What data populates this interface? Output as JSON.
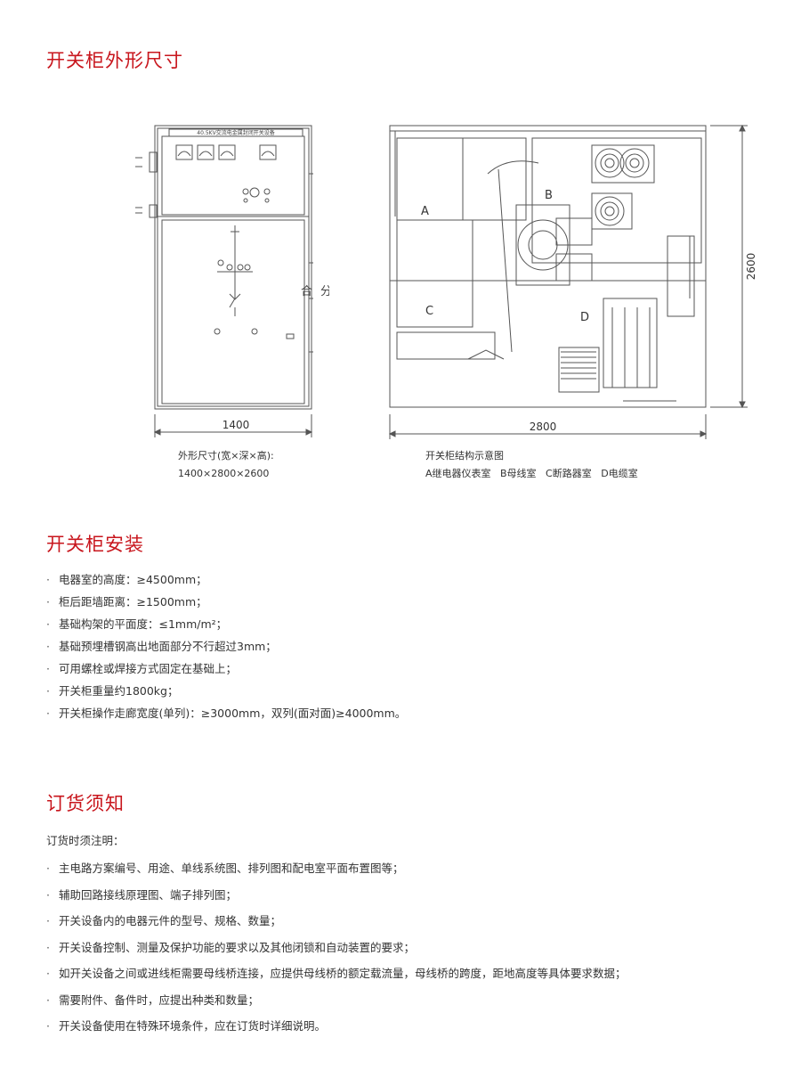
{
  "section1": {
    "title": "开关柜外形尺寸",
    "front_view": {
      "nameplate": "40.5KV交流电金属封闭开关设备",
      "width_label": "1400",
      "hezha": "合",
      "fenzha": "分",
      "caption_line1": "外形尺寸(宽×深×高):",
      "caption_line2": "1400×2800×2600"
    },
    "side_view": {
      "depth_label": "2800",
      "height_label": "2600",
      "labels": [
        "A",
        "B",
        "C",
        "D"
      ],
      "caption_line1": "开关柜结构示意图",
      "caption_line2": "A继电器仪表室   B母线室   C断路器室   D电缆室"
    }
  },
  "section2": {
    "title": "开关柜安装",
    "items": [
      "电器室的高度：≥4500mm；",
      "柜后距墙距离：≥1500mm；",
      "基础构架的平面度：≤1mm/m²；",
      "基础预埋槽钢高出地面部分不行超过3mm；",
      "可用螺栓或焊接方式固定在基础上；",
      "开关柜重量约1800kg；",
      "开关柜操作走廊宽度(单列)：≥3000mm，双列(面对面)≥4000mm。"
    ]
  },
  "section3": {
    "title": "订货须知",
    "intro": "订货时须注明：",
    "items": [
      "主电路方案编号、用途、单线系统图、排列图和配电室平面布置图等；",
      "辅助回路接线原理图、端子排列图；",
      "开关设备内的电器元件的型号、规格、数量；",
      "开关设备控制、测量及保护功能的要求以及其他闭锁和自动装置的要求；",
      "如开关设备之间或进线柜需要母线桥连接，应提供母线桥的额定载流量，母线桥的跨度，距地高度等具体要求数据；",
      "需要附件、备件时，应提出种类和数量；",
      "开关设备使用在特殊环境条件，应在订货时详细说明。"
    ]
  },
  "colors": {
    "title": "#c8161d",
    "line": "#555555"
  }
}
